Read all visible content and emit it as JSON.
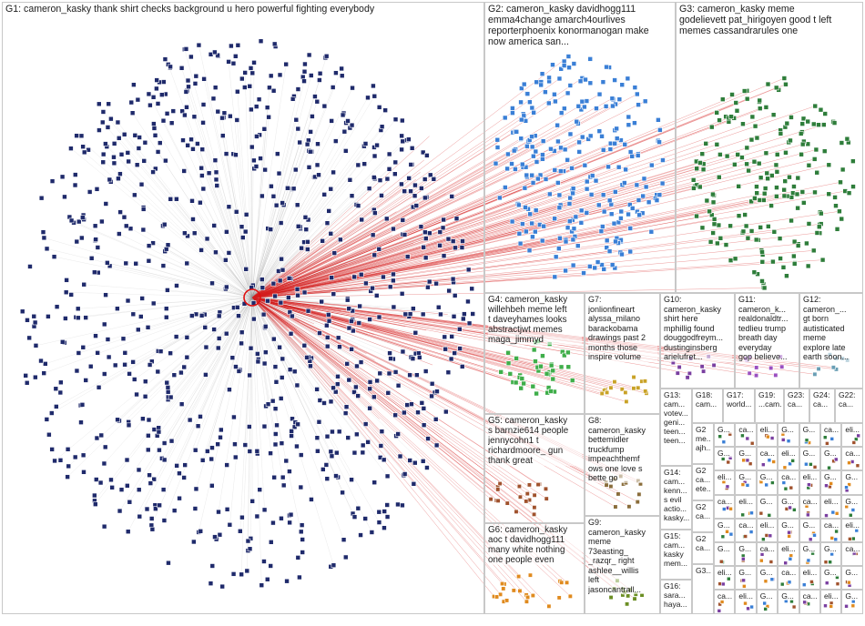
{
  "groups": [
    {
      "id": "G1",
      "label": "G1: cameron_kasky thank shirt checks background u hero powerful fighting everybody",
      "color": "#1f2a6b"
    },
    {
      "id": "G2",
      "label": "G2: cameron_kasky davidhogg111\nemma4change amarch4ourlives\nreporterphoenix konormanogan make\nnow america san...",
      "color": "#3a7fd6"
    },
    {
      "id": "G3",
      "label": "G3: cameron_kasky meme\ngodelievett pat_hirigoyen good t left\nmemes cassandrarules one",
      "color": "#2e7d3a"
    },
    {
      "id": "G4",
      "label": "G4: cameron_kasky\nwillehbeh meme left\nt daveyhames looks\nabstractjwt memes\nmaga_jimmyd",
      "color": "#3fae4a"
    },
    {
      "id": "G5",
      "label": "G5: cameron_kasky\ns barnzie614 people\njennycohn1 t\nrichardmoore_ gun\nthank great",
      "color": "#a0522d"
    },
    {
      "id": "G6",
      "label": "G6: cameron_kasky\naoc t davidhogg111\nmany white nothing\none people even",
      "color": "#e08a1e"
    },
    {
      "id": "G7",
      "label": "G7:\njonlionfineart\nalyssa_milano\nbarackobama\ndrawings past 2\nmonths those\ninspire volume",
      "color": "#c9a227"
    },
    {
      "id": "G8",
      "label": "G8:\ncameron_kasky\nbettemidler\ntruckfump\nimpeachthemf\nows one love s\nbette go",
      "color": "#8a6d3b"
    },
    {
      "id": "G9",
      "label": "G9:\ncameron_kasky\nmeme\n73easting_\n_razqr_ right\nashlee__willis\nleft\njasoncantrall...",
      "color": "#6b8e23"
    },
    {
      "id": "G10",
      "label": "G10:\ncameron_kasky\nshirt here\nmphillig found\ndouggodfreym...\ndustinginsberg\narielufret...",
      "color": "#7a3fa0"
    },
    {
      "id": "G11",
      "label": "G11:\ncameron_k...\nrealdonaldtr...\ntedlieu trump\nbreath day\neveryday\ngop believe...",
      "color": "#9a4fc0"
    },
    {
      "id": "G12",
      "label": "G12:\ncameron_...\ngt born\nautisticated\nmeme\nexplore late\nearth soon...",
      "color": "#6a9fb5"
    },
    {
      "id": "G13",
      "label": "G13:\ncam...\nvotev...\ngeni...\nteen...\nteen...",
      "color": "#555555"
    },
    {
      "id": "G14",
      "label": "G14:\ncam...\nkenn...\ns evil\nactio...\nkasky...",
      "color": "#555555"
    },
    {
      "id": "G15",
      "label": "G15:\ncam...\nkasky\nmem...",
      "color": "#555555"
    },
    {
      "id": "G16",
      "label": "G16:\nsara...\nhaya...",
      "color": "#555555"
    },
    {
      "id": "G17",
      "label": "G17:\nworld...",
      "color": "#555555"
    },
    {
      "id": "G18",
      "label": "G18:\ncam...",
      "color": "#555555"
    },
    {
      "id": "G19",
      "label": "G19:\n...cam...",
      "color": "#555555"
    },
    {
      "id": "G23",
      "label": "G23:\nca...",
      "color": "#555555"
    },
    {
      "id": "G24",
      "label": "G24:\nca...",
      "color": "#555555"
    },
    {
      "id": "G22",
      "label": "G22:\nca...",
      "color": "#555555"
    },
    {
      "id": "G20",
      "label": "G2\nme...\najh...",
      "color": "#555555"
    },
    {
      "id": "G21",
      "label": "G2\nca...\nete...",
      "color": "#555555"
    },
    {
      "id": "G25",
      "label": "G2\nca...",
      "color": "#555555"
    },
    {
      "id": "G26",
      "label": "G2\nca...",
      "color": "#555555"
    },
    {
      "id": "G30",
      "label": "G3...",
      "color": "#555555"
    }
  ],
  "small_group_labels": [
    "G...",
    "ca...",
    "eli...",
    "G..."
  ],
  "colors": {
    "node_dark": "#1f2a6b",
    "edge_red": "#d42020",
    "edge_gray": "#9a9a9a",
    "box_border": "#c8c8c8"
  }
}
